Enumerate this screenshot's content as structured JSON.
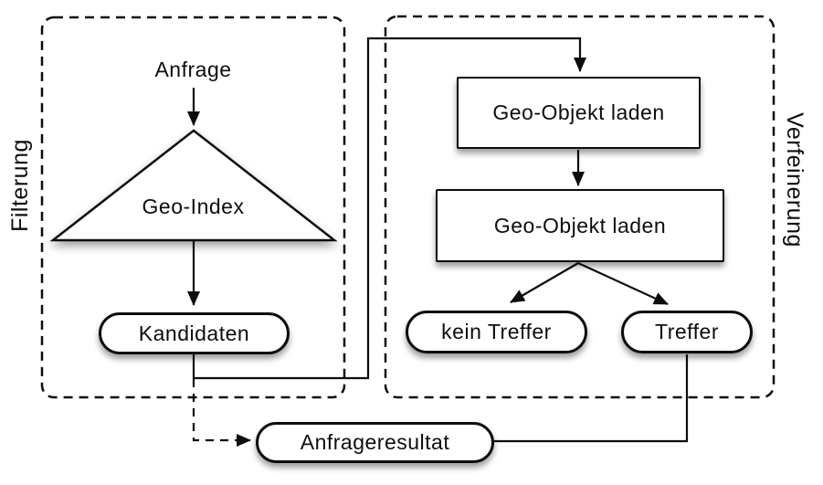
{
  "sections": {
    "filtering": {
      "label": "Filterung",
      "nodes": {
        "anfrage": "Anfrage",
        "geo_index": "Geo-Index",
        "kandidaten": "Kandidaten"
      }
    },
    "refinement": {
      "label": "Verfeinerung",
      "nodes": {
        "load_step_1": "Geo-Objekt laden",
        "load_step_2": "Geo-Objekt laden",
        "kein_treffer": "kein Treffer",
        "treffer": "Treffer"
      }
    }
  },
  "result": {
    "anfrageresultat": "Anfrageresultat"
  },
  "colors": {
    "stroke": "#0d0d0d",
    "background": "#ffffff",
    "shadow": "rgba(0,0,0,0.38)"
  }
}
